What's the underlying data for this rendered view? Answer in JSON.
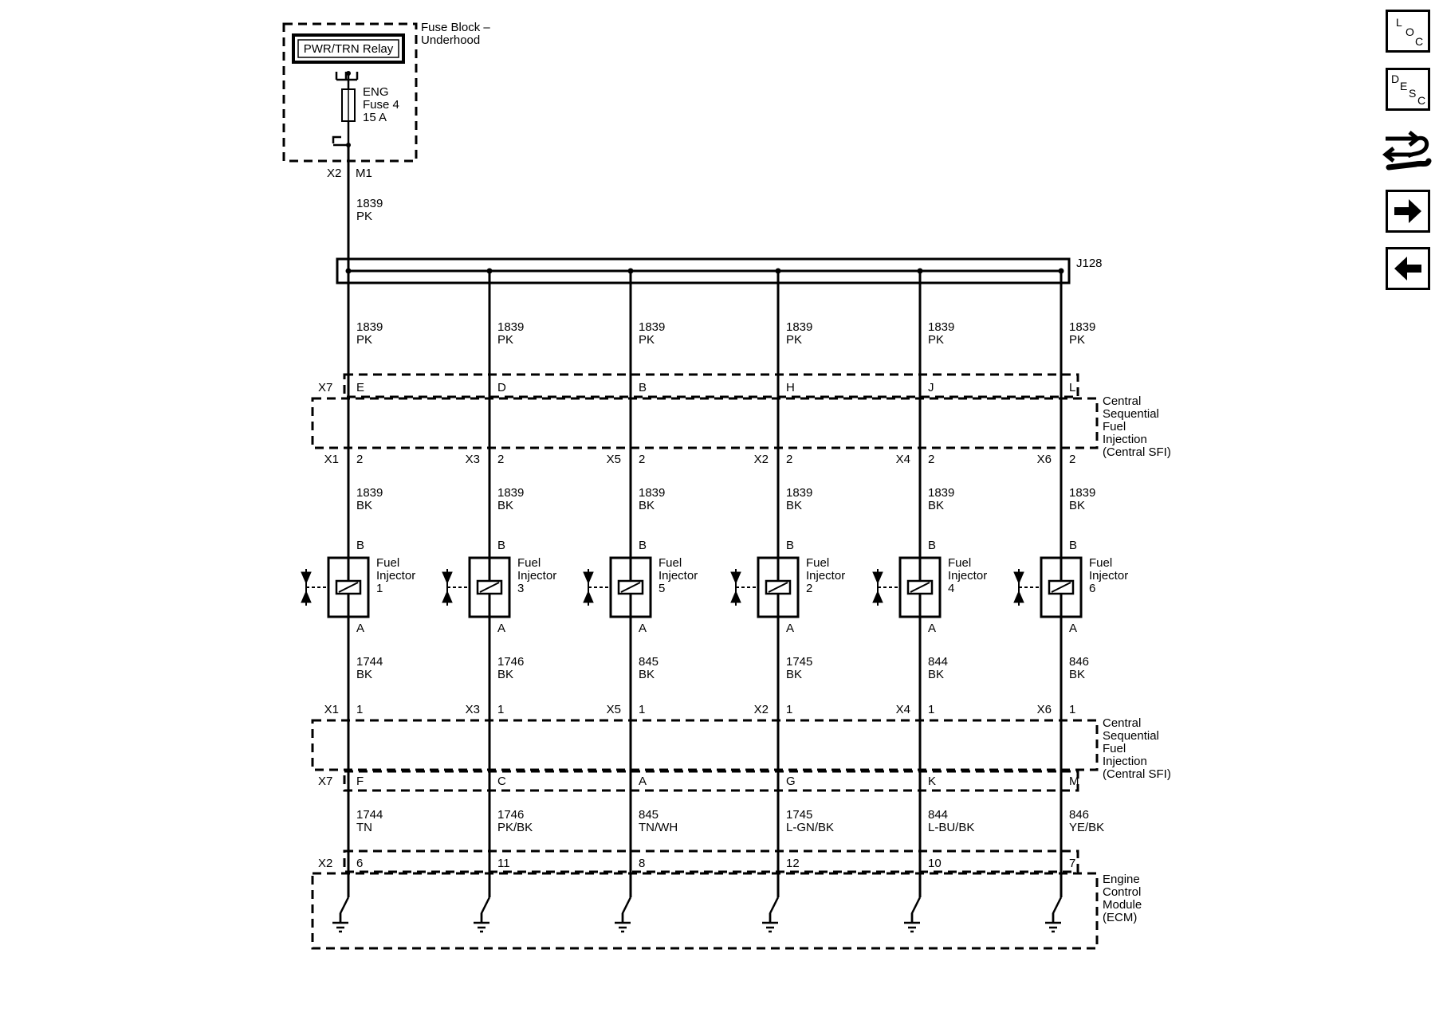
{
  "fuse_block": {
    "title_line1": "Fuse Block –",
    "title_line2": "Underhood",
    "relay_label": "PWR/TRN Relay",
    "fuse_line1": "ENG",
    "fuse_line2": "Fuse 4",
    "fuse_line3": "15 A",
    "connector": "X2",
    "pin": "M1"
  },
  "feed_wire": {
    "circuit": "1839",
    "color": "PK"
  },
  "splice": {
    "label": "J128"
  },
  "upper_connector": {
    "id": "X7"
  },
  "sfi_module": {
    "line1": "Central",
    "line2": "Sequential",
    "line3": "Fuel",
    "line4": "Injection",
    "line5": "(Central SFI)"
  },
  "ecm": {
    "connector": "X2",
    "line1": "Engine",
    "line2": "Control",
    "line3": "Module",
    "line4": "(ECM)"
  },
  "branches": [
    {
      "upper_wire": "1839",
      "upper_color": "PK",
      "x7_pin": "E",
      "x_conn": "X1",
      "top_pin": "2",
      "inj_wire": "1839",
      "inj_color": "BK",
      "pin_b": "B",
      "inj_l1": "Fuel",
      "inj_l2": "Injector",
      "inj_num": "1",
      "pin_a": "A",
      "ctl_wire": "1744",
      "ctl_color": "BK",
      "low_x_conn": "X1",
      "bot_pin": "1",
      "x7b_pin": "F",
      "ecm_wire": "1744",
      "ecm_color": "TN",
      "ecm_pin": "6"
    },
    {
      "upper_wire": "1839",
      "upper_color": "PK",
      "x7_pin": "D",
      "x_conn": "X3",
      "top_pin": "2",
      "inj_wire": "1839",
      "inj_color": "BK",
      "pin_b": "B",
      "inj_l1": "Fuel",
      "inj_l2": "Injector",
      "inj_num": "3",
      "pin_a": "A",
      "ctl_wire": "1746",
      "ctl_color": "BK",
      "low_x_conn": "X3",
      "bot_pin": "1",
      "x7b_pin": "C",
      "ecm_wire": "1746",
      "ecm_color": "PK/BK",
      "ecm_pin": "11"
    },
    {
      "upper_wire": "1839",
      "upper_color": "PK",
      "x7_pin": "B",
      "x_conn": "X5",
      "top_pin": "2",
      "inj_wire": "1839",
      "inj_color": "BK",
      "pin_b": "B",
      "inj_l1": "Fuel",
      "inj_l2": "Injector",
      "inj_num": "5",
      "pin_a": "A",
      "ctl_wire": "845",
      "ctl_color": "BK",
      "low_x_conn": "X5",
      "bot_pin": "1",
      "x7b_pin": "A",
      "ecm_wire": "845",
      "ecm_color": "TN/WH",
      "ecm_pin": "8"
    },
    {
      "upper_wire": "1839",
      "upper_color": "PK",
      "x7_pin": "H",
      "x_conn": "X2",
      "top_pin": "2",
      "inj_wire": "1839",
      "inj_color": "BK",
      "pin_b": "B",
      "inj_l1": "Fuel",
      "inj_l2": "Injector",
      "inj_num": "2",
      "pin_a": "A",
      "ctl_wire": "1745",
      "ctl_color": "BK",
      "low_x_conn": "X2",
      "bot_pin": "1",
      "x7b_pin": "G",
      "ecm_wire": "1745",
      "ecm_color": "L-GN/BK",
      "ecm_pin": "12"
    },
    {
      "upper_wire": "1839",
      "upper_color": "PK",
      "x7_pin": "J",
      "x_conn": "X4",
      "top_pin": "2",
      "inj_wire": "1839",
      "inj_color": "BK",
      "pin_b": "B",
      "inj_l1": "Fuel",
      "inj_l2": "Injector",
      "inj_num": "4",
      "pin_a": "A",
      "ctl_wire": "844",
      "ctl_color": "BK",
      "low_x_conn": "X4",
      "bot_pin": "1",
      "x7b_pin": "K",
      "ecm_wire": "844",
      "ecm_color": "L-BU/BK",
      "ecm_pin": "10"
    },
    {
      "upper_wire": "1839",
      "upper_color": "PK",
      "x7_pin": "L",
      "x_conn": "X6",
      "top_pin": "2",
      "inj_wire": "1839",
      "inj_color": "BK",
      "pin_b": "B",
      "inj_l1": "Fuel",
      "inj_l2": "Injector",
      "inj_num": "6",
      "pin_a": "A",
      "ctl_wire": "846",
      "ctl_color": "BK",
      "low_x_conn": "X6",
      "bot_pin": "1",
      "x7b_pin": "M",
      "ecm_wire": "846",
      "ecm_color": "YE/BK",
      "ecm_pin": "7"
    }
  ],
  "nav": {
    "loc": {
      "l1": "L",
      "l2": "O",
      "l3": "C"
    },
    "desc": {
      "l1": "D",
      "l2": "E",
      "l3": "S",
      "l4": "C"
    },
    "service_icon": "service-tools-icon",
    "next_icon": "arrow-right-icon",
    "prev_icon": "arrow-left-icon"
  }
}
